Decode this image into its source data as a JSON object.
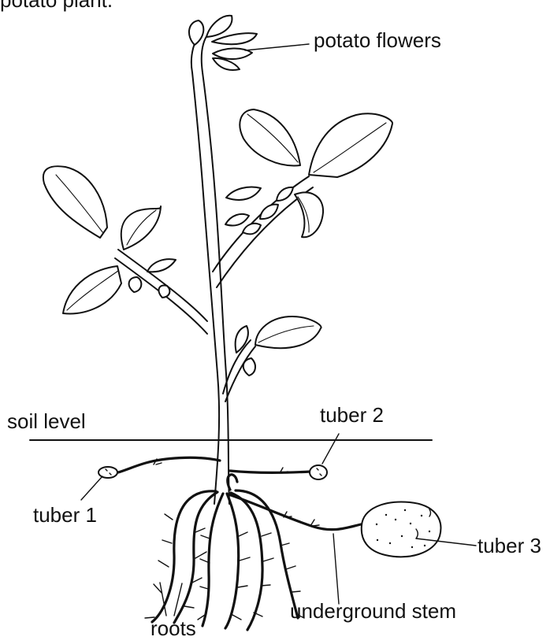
{
  "diagram": {
    "caption_fragment": "potato plant.",
    "labels": {
      "potato_flowers": "potato flowers",
      "soil_level": "soil level",
      "tuber_1": "tuber 1",
      "tuber_2": "tuber 2",
      "tuber_3": "tuber 3",
      "roots": "roots",
      "underground_stem": "underground stem"
    }
  }
}
